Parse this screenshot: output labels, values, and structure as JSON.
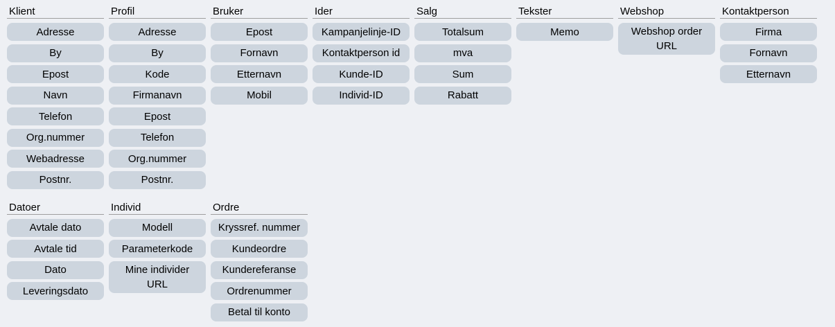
{
  "colors": {
    "page_bg": "#eef0f4",
    "button_bg": "#cdd5de",
    "button_text": "#000000",
    "header_text": "#000000",
    "header_underline": "#9e9e9e"
  },
  "rows": [
    {
      "groups": [
        {
          "title": "Klient",
          "buttons": [
            "Adresse",
            "By",
            "Epost",
            "Navn",
            "Telefon",
            "Org.nummer",
            "Webadresse",
            "Postnr."
          ]
        },
        {
          "title": "Profil",
          "buttons": [
            "Adresse",
            "By",
            "Kode",
            "Firmanavn",
            "Epost",
            "Telefon",
            "Org.nummer",
            "Postnr."
          ]
        },
        {
          "title": "Bruker",
          "buttons": [
            "Epost",
            "Fornavn",
            "Etternavn",
            "Mobil"
          ]
        },
        {
          "title": "Ider",
          "buttons": [
            "Kampanjelinje-ID",
            "Kontaktperson id",
            "Kunde-ID",
            "Individ-ID"
          ]
        },
        {
          "title": "Salg",
          "buttons": [
            "Totalsum",
            "mva",
            "Sum",
            "Rabatt"
          ]
        },
        {
          "title": "Tekster",
          "buttons": [
            "Memo"
          ]
        },
        {
          "title": "Webshop",
          "buttons": [
            "Webshop order URL"
          ]
        },
        {
          "title": "Kontaktperson",
          "buttons": [
            "Firma",
            "Fornavn",
            "Etternavn"
          ]
        }
      ]
    },
    {
      "groups": [
        {
          "title": "Datoer",
          "buttons": [
            "Avtale dato",
            "Avtale tid",
            "Dato",
            "Leveringsdato"
          ]
        },
        {
          "title": "Individ",
          "buttons": [
            "Modell",
            "Parameterkode",
            "Mine individer URL"
          ]
        },
        {
          "title": "Ordre",
          "buttons": [
            "Kryssref. nummer",
            "Kundeordre",
            "Kundereferanse",
            "Ordrenummer",
            "Betal til konto"
          ]
        }
      ]
    }
  ]
}
